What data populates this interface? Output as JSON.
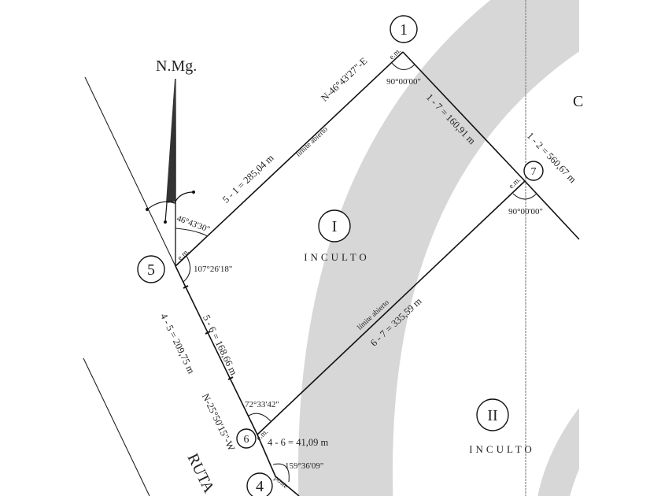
{
  "colors": {
    "band": "#d7d7d7",
    "line": "#111111",
    "paper": "#ffffff"
  },
  "north": {
    "label": "N.Mg.",
    "icon": "north-arrow-icon"
  },
  "points": {
    "p1": "1",
    "p4": "4",
    "p5": "5",
    "p6": "6",
    "p7": "7"
  },
  "parcels": {
    "I": {
      "numeral": "I",
      "label": "INCULTO"
    },
    "II": {
      "numeral": "II",
      "label": "INCULTO"
    }
  },
  "segments": {
    "s51_bearing": "N-46°43'27\"-E",
    "s51_length": "5 - 1 = 285,04 m",
    "s51_note": "límite abierto",
    "s17_length": "1 - 7 = 160,91 m",
    "s12_length": "1 - 2 = 560,67 m",
    "s67_note": "límite abierto",
    "s67_length": "6 - 7 = 335,59 m",
    "s45_length": "4 - 5 = 209,75 m",
    "s56_length": "5 - 6 = 168,66 m",
    "s45_bearing": "N-25°50'15\"-W",
    "s46_length": "4 - 6 = 41,09 m"
  },
  "angles": {
    "a1": "90°00'00\"",
    "a7": "90°00'00\"",
    "a5_north": "46°43'30\"",
    "a5": "107°26'18\"",
    "a6": "72°33'42\"",
    "a4": "159°36'09\""
  },
  "markers": {
    "em": "e.m.",
    "poste": "poste"
  },
  "road": {
    "label": "RUTA"
  },
  "cutoff": {
    "partial_letter": "C"
  }
}
